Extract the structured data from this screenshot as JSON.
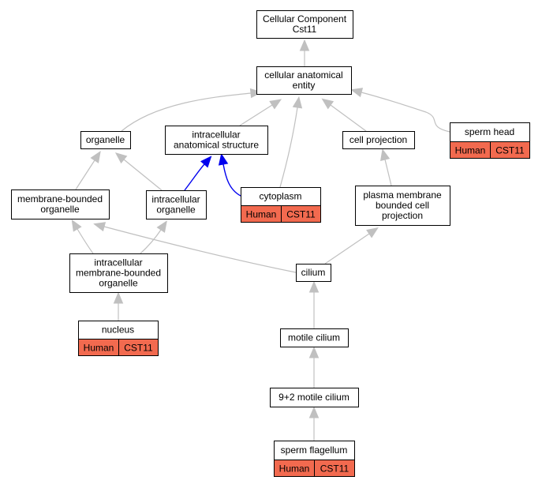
{
  "colors": {
    "edge_default": "#c0c0c0",
    "edge_highlight": "#0000ee",
    "annotation_fill": "#f26a4f",
    "node_fill": "#ffffff",
    "node_border": "#000000"
  },
  "nodes": {
    "root": [
      "Cellular Component",
      "Cst11"
    ],
    "cae": [
      "cellular anatomical",
      "entity"
    ],
    "organelle": [
      "organelle"
    ],
    "ias": [
      "intracellular",
      "anatomical structure"
    ],
    "cellproj": [
      "cell projection"
    ],
    "spermhead": [
      "sperm head"
    ],
    "mbo": [
      "membrane-bounded",
      "organelle"
    ],
    "io": [
      "intracellular",
      "organelle"
    ],
    "cytoplasm": [
      "cytoplasm"
    ],
    "pmbcp": [
      "plasma membrane",
      "bounded cell",
      "projection"
    ],
    "imbo": [
      "intracellular",
      "membrane-bounded",
      "organelle"
    ],
    "cilium": [
      "cilium"
    ],
    "nucleus": [
      "nucleus"
    ],
    "motile": [
      "motile cilium"
    ],
    "nineplus2": [
      "9+2 motile cilium"
    ],
    "flagellum": [
      "sperm flagellum"
    ]
  },
  "annotations": {
    "spermhead": [
      "Human",
      "CST11"
    ],
    "cytoplasm": [
      "Human",
      "CST11"
    ],
    "nucleus": [
      "Human",
      "CST11"
    ],
    "flagellum": [
      "Human",
      "CST11"
    ]
  },
  "edges": [
    {
      "from": "cae",
      "to": "root",
      "highlight": false
    },
    {
      "from": "organelle",
      "to": "cae",
      "highlight": false
    },
    {
      "from": "ias",
      "to": "cae",
      "highlight": false
    },
    {
      "from": "cytoplasm",
      "to": "cae",
      "highlight": false
    },
    {
      "from": "cellproj",
      "to": "cae",
      "highlight": false
    },
    {
      "from": "spermhead",
      "to": "cae",
      "highlight": false
    },
    {
      "from": "mbo",
      "to": "organelle",
      "highlight": false
    },
    {
      "from": "io",
      "to": "organelle",
      "highlight": false
    },
    {
      "from": "io",
      "to": "ias",
      "highlight": true
    },
    {
      "from": "cytoplasm",
      "to": "ias",
      "highlight": true
    },
    {
      "from": "pmbcp",
      "to": "cellproj",
      "highlight": false
    },
    {
      "from": "imbo",
      "to": "mbo",
      "highlight": false
    },
    {
      "from": "imbo",
      "to": "io",
      "highlight": false
    },
    {
      "from": "cilium",
      "to": "mbo",
      "highlight": false
    },
    {
      "from": "cilium",
      "to": "pmbcp",
      "highlight": false
    },
    {
      "from": "nucleus",
      "to": "imbo",
      "highlight": false
    },
    {
      "from": "motile",
      "to": "cilium",
      "highlight": false
    },
    {
      "from": "nineplus2",
      "to": "motile",
      "highlight": false
    },
    {
      "from": "flagellum",
      "to": "nineplus2",
      "highlight": false
    }
  ]
}
